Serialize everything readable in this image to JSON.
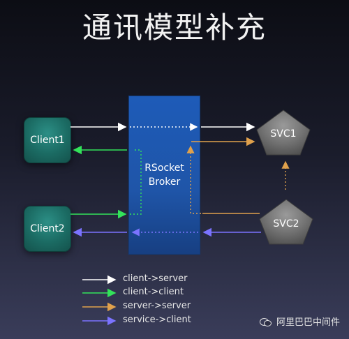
{
  "title": "通讯模型补充",
  "nodes": {
    "client1": "Client1",
    "client2": "Client2",
    "broker": "RSocket\nBroker",
    "svc1": "SVC1",
    "svc2": "SVC2"
  },
  "legend": [
    {
      "label": "client->server",
      "color": "#ffffff"
    },
    {
      "label": "client->client",
      "color": "#33e35a"
    },
    {
      "label": "server->server",
      "color": "#e0a14c"
    },
    {
      "label": "service->client",
      "color": "#7b73ff"
    }
  ],
  "watermark": "阿里巴巴中间件",
  "colors": {
    "background": "#1a1c2b",
    "broker": "#1e5bb8",
    "client": "#1b6b63",
    "svc": "#6f6f6f"
  }
}
